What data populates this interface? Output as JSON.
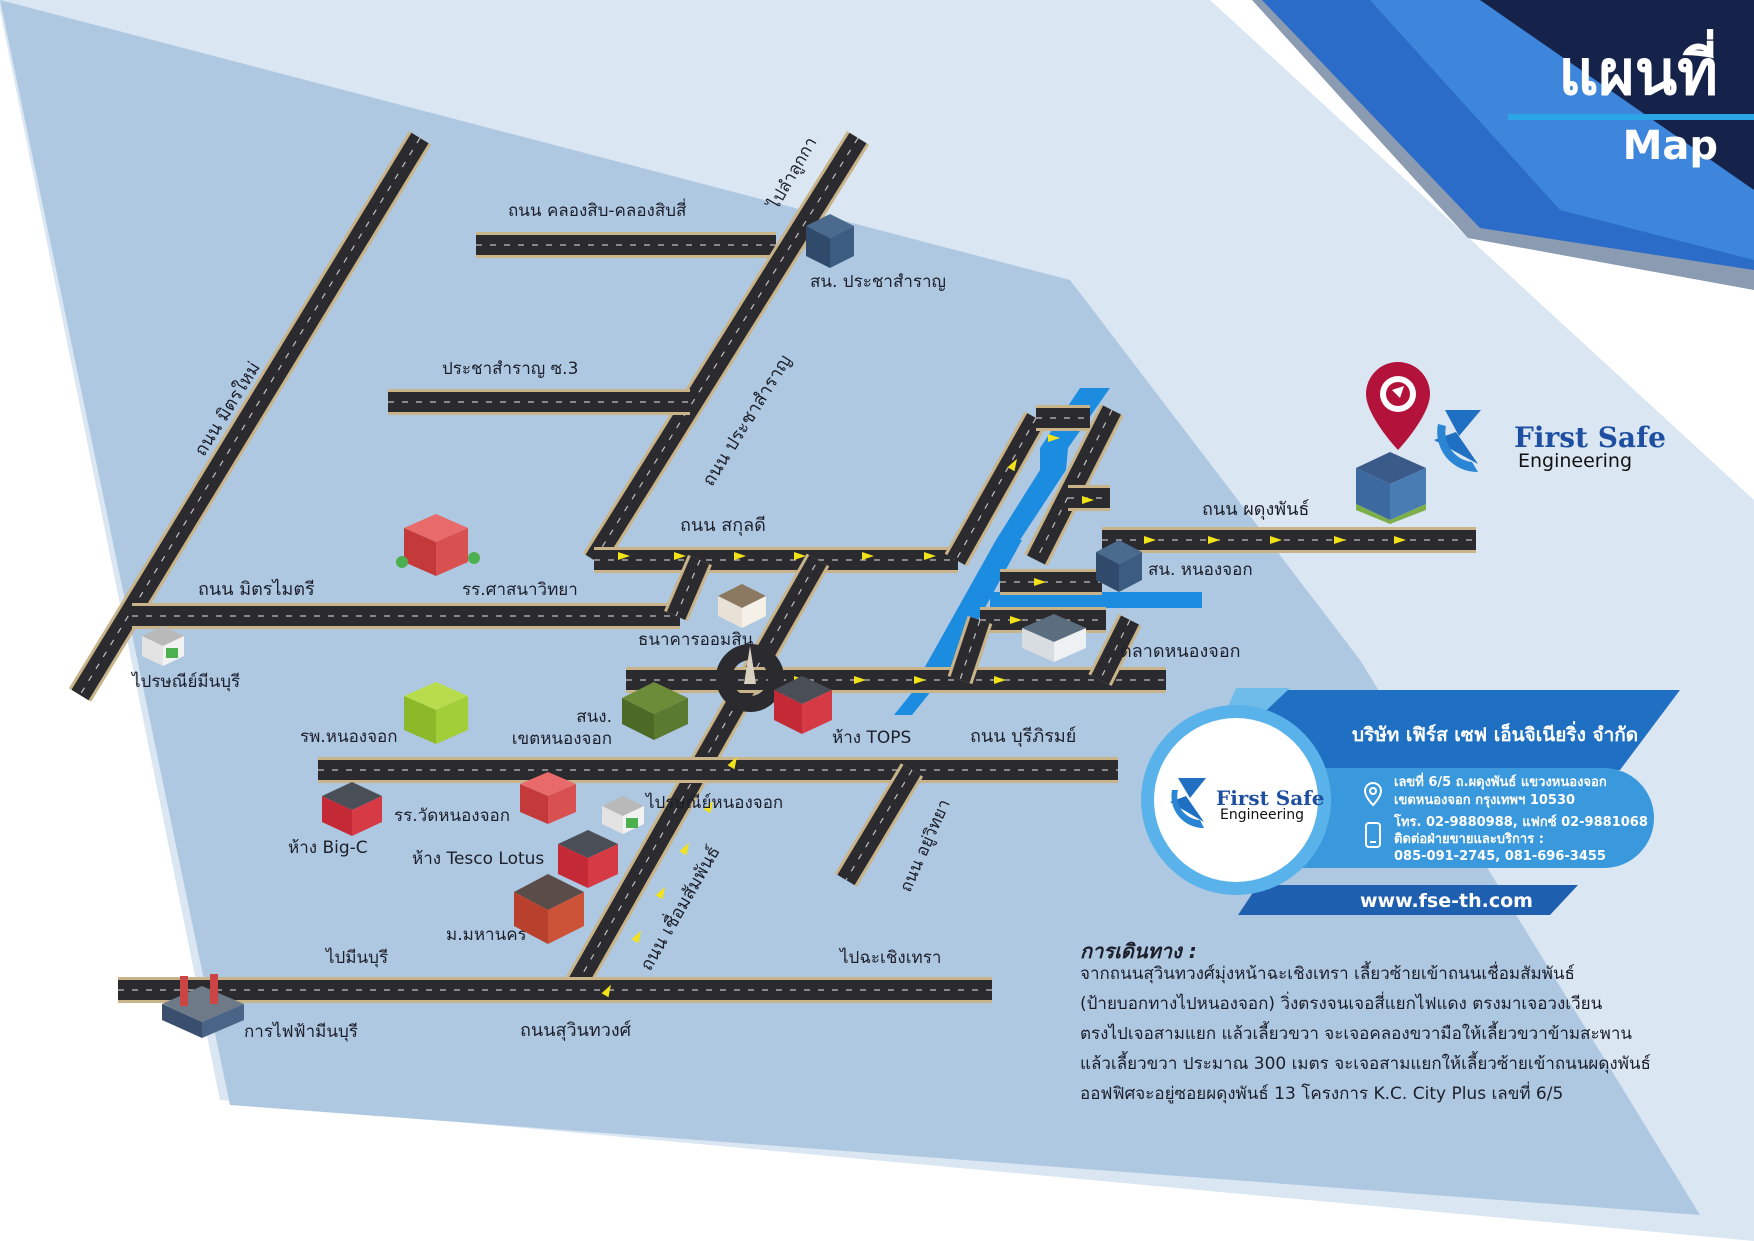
{
  "header": {
    "title_th": "แผนที่",
    "title_en": "Map"
  },
  "brand": {
    "name": "First Safe",
    "sub": "Engineering"
  },
  "roads": [
    {
      "id": "khlong-sip",
      "label": "ถนน คลองสิบ-คลองสิบสี่"
    },
    {
      "id": "pai-lamlukka",
      "label": "ไปลำลูกกา"
    },
    {
      "id": "mit-mai",
      "label": "ถนน มิตรใหม่"
    },
    {
      "id": "pracha-samran-3",
      "label": "ประชาสำราญ ซ.3"
    },
    {
      "id": "pracha-samran",
      "label": "ถนน ประชาสำราญ"
    },
    {
      "id": "sakuldi",
      "label": "ถนน สกุลดี"
    },
    {
      "id": "mitmaitri",
      "label": "ถนน มิตรไมตรี"
    },
    {
      "id": "phadung-phan",
      "label": "ถนน ผดุงพันธ์"
    },
    {
      "id": "buri-rom",
      "label": "ถนน บุรีภิรมย์"
    },
    {
      "id": "yu-witthaya",
      "label": "ถนน อยู่วิทยา"
    },
    {
      "id": "chueam-samphan",
      "label": "ถนน เชื่อมสัมพันธ์"
    },
    {
      "id": "pai-minburi",
      "label": "ไปมีนบุรี"
    },
    {
      "id": "pai-chachoengsao",
      "label": "ไปฉะเชิงเทรา"
    },
    {
      "id": "suwinthawong",
      "label": "ถนนสุวินทวงศ์"
    }
  ],
  "places": [
    {
      "id": "police-prachasamran",
      "label": "สน. ประชาสำราญ"
    },
    {
      "id": "school-satsana",
      "label": "รร.ศาสนาวิทยา"
    },
    {
      "id": "bank-gsb",
      "label": "ธนาคารออมสิน"
    },
    {
      "id": "post-minburi",
      "label": "ไปรษณีย์มีนบุรี"
    },
    {
      "id": "police-nongchok",
      "label": "สน. หนองจอก"
    },
    {
      "id": "market-nongchok",
      "label": "ตลาดหนองจอก"
    },
    {
      "id": "hospital",
      "label": "รพ.หนองจอก"
    },
    {
      "id": "district-office",
      "label": "สนง.\nเขตหนองจอก"
    },
    {
      "id": "tops",
      "label": "ห้าง TOPS"
    },
    {
      "id": "post-nongchok",
      "label": "ไปรษณีย์หนองจอก"
    },
    {
      "id": "school-wat",
      "label": "รร.วัดหนองจอก"
    },
    {
      "id": "bigc",
      "label": "ห้าง Big-C"
    },
    {
      "id": "lotus",
      "label": "ห้าง Tesco Lotus"
    },
    {
      "id": "university",
      "label": "ม.มหานคร"
    },
    {
      "id": "electricity",
      "label": "การไฟฟ้ามีนบุรี"
    }
  ],
  "contact": {
    "company": "บริษัท เฟิร์ส เซฟ เอ็นจิเนียริ่ง จำกัด",
    "address_1": "เลขที่ 6/5 ถ.ผดุงพันธ์ แขวงหนองจอก",
    "address_2": "เขตหนองจอก กรุงเทพฯ 10530",
    "phone": "โทร. 02-9880988, แฟกซ์ 02-9881068",
    "sales_label": "ติดต่อฝ่ายขายและบริการ :",
    "sales_phones": "085-091-2745, 081-696-3455",
    "website": "www.fse-th.com"
  },
  "directions": {
    "title": "การเดินทาง :",
    "lines": [
      "จากถนนสุวินทวงศ์มุ่งหน้าฉะเชิงเทรา เลี้ยวซ้ายเข้าถนนเชื่อมสัมพันธ์",
      "(ป้ายบอกทางไปหนองจอก) วิ่งตรงจนเจอสี่แยกไฟแดง ตรงมาเจอวงเวียน",
      "ตรงไปเจอสามแยก แล้วเลี้ยวขวา จะเจอคลองขวามือให้เลี้ยวขวาข้ามสะพาน",
      "แล้วเลี้ยวขวา ประมาณ 300 เมตร จะเจอสามแยกให้เลี้ยวซ้ายเข้าถนนผดุงพันธ์",
      "ออฟฟิศจะอยู่ซอยผดุงพันธ์ 13 โครงการ K.C. City Plus เลขที่ 6/5"
    ]
  },
  "colors": {
    "navy": "#15234a",
    "accent": "#2aa6e6",
    "brand_blue": "#1f6fc2",
    "pin_red": "#b3123a",
    "road": "#2b2b2f",
    "route_arrow": "#f2e21a"
  }
}
